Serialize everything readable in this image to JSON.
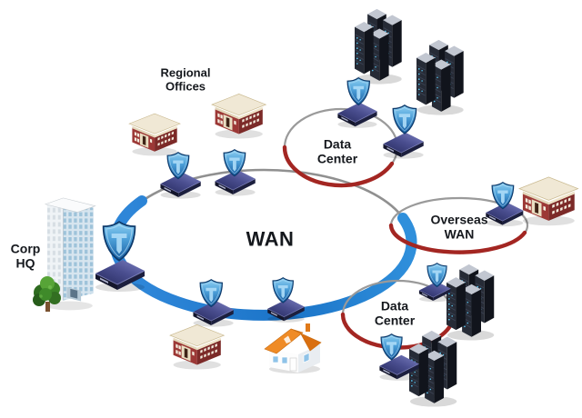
{
  "diagram": {
    "labels": {
      "corp_hq": "Corp\nHQ",
      "regional_offices": "Regional\nOffices",
      "wan": "WAN",
      "data_center_top": "Data\nCenter",
      "overseas_wan": "Overseas\nWAN",
      "data_center_bottom": "Data\nCenter"
    },
    "colors": {
      "wan_link_blue": "#1e7ccd",
      "ring_gray": "#909090",
      "site_ellipse_red": "#a32622",
      "router_navy": "#2a2d66",
      "shield_blue": "#3b8ed3",
      "brick_building_red": "#9c3836",
      "house_roof_orange": "#ef8b26",
      "server_rack_dark": "#262b36",
      "label_text": "#15181d"
    },
    "icons": [
      "shield-icon",
      "router-icon",
      "server-rack-icon",
      "office-building-icon",
      "house-icon",
      "skyscraper-icon",
      "tree-icon"
    ]
  }
}
